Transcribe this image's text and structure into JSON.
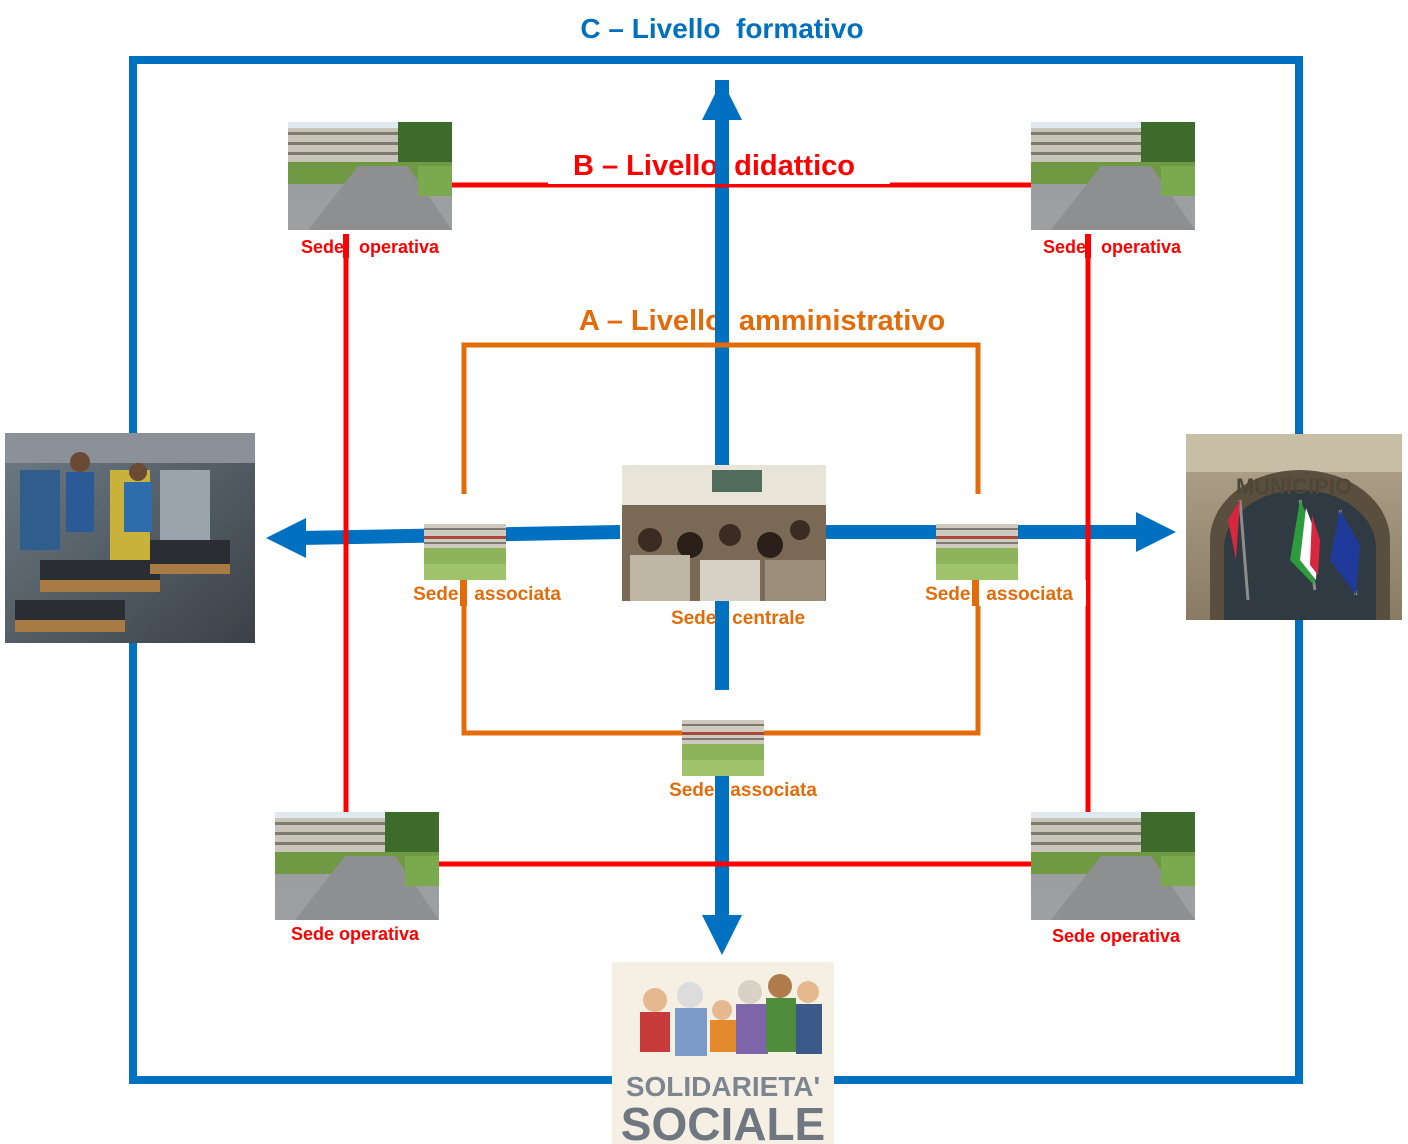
{
  "levels": {
    "c": {
      "label": "C – Livello  formativo",
      "color": "#0070C0"
    },
    "b": {
      "label": "B – Livello  didattico",
      "color": "#FF0000"
    },
    "a": {
      "label": "A – Livello  amministrativo",
      "color": "#E36C0A"
    }
  },
  "sedi": {
    "centrale": "Sede   centrale",
    "associata": "Sede   associata",
    "operativa_top": "Sede   operativa",
    "operativa_bottom": "Sede operativa"
  },
  "images": {
    "municipio": "MUNICIPIO",
    "solidarieta_line1": "SOLIDARIETA'",
    "solidarieta_line2": "SOCIALE"
  }
}
